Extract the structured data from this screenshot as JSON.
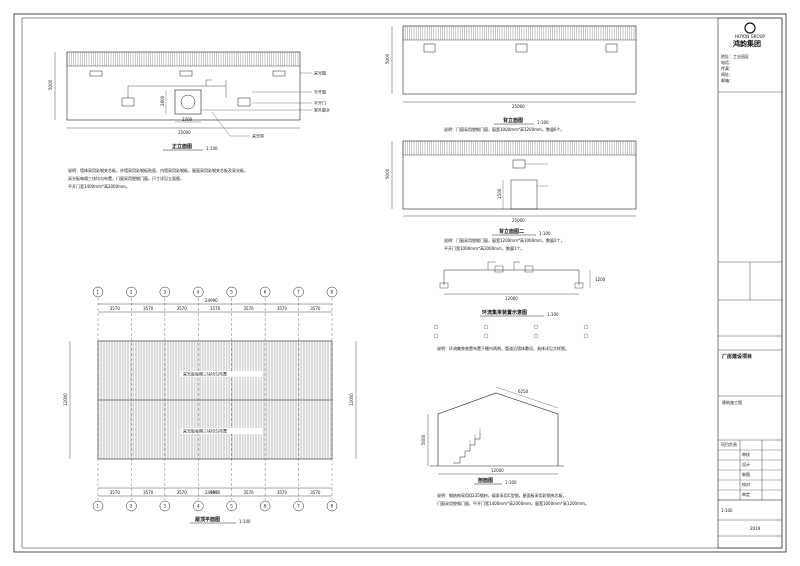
{
  "views": {
    "front_elevation": {
      "title": "正立面图",
      "scale": "1:100",
      "width_dim": "25000",
      "height_dim": "5000",
      "sub_dim": "2200",
      "door_height": "2800",
      "callouts": [
        "采光窗",
        "平开窗",
        "平开门",
        "室外散水"
      ],
      "pointer": "采光带"
    },
    "back_elevation_1": {
      "title": "背立面图",
      "scale": "1:100",
      "width_dim": "25000",
      "height_dim": "5000"
    },
    "back_elevation_2": {
      "title": "背立面图二",
      "scale": "1:100",
      "width_dim": "25000",
      "height_dim": "5000",
      "window_dim": "1500"
    },
    "roof_plan": {
      "title": "屋顶平面图",
      "scale": "1:100",
      "axes": [
        "1",
        "2",
        "3",
        "4",
        "5",
        "6",
        "7",
        "8"
      ],
      "bay": "3570",
      "total": "24990",
      "depth": "12000",
      "roof_notes": [
        "采光板每隔三块均匀布置",
        "采光板每隔三块均匀布置"
      ]
    },
    "env_layout": {
      "title": "环流集束装置示意图",
      "scale": "1:100",
      "length_dim": "12000",
      "height_dim": "1200"
    },
    "section": {
      "title": "剖面图",
      "scale": "1:100",
      "span_dim": "12000",
      "rafter_dim": "6250",
      "height_dim": "5000"
    }
  },
  "notes": {
    "front": [
      "说明：墙体采用彩钢夹芯板，外墙采用彩钢板贴面，内墙采用彩钢板，屋面采用彩钢夹芯板及采光板，",
      "采光板每隔三块均匀布置，门窗采用塑钢门窗，尺寸详见立面图，",
      "平开门宽1400mm*高2000mm。"
    ],
    "back": "说明：门窗采用塑钢门窗，窗宽1000mm*高1200mm，数量6个。",
    "back2": [
      "说明：门窗采用塑钢门窗，窗宽1200mm*高1000mm，数量2个，",
      "平开门宽1000mm*高2000mm，数量1个。"
    ],
    "env": "说明：环流集束装置布置于棚内两侧，管道沿墙体敷设，具体详见大样图。",
    "section": [
      "说明：钢结构采用Q235钢材，檩条采用C型钢，屋面板采用彩钢夹芯板，",
      "门窗采用塑钢门窗，平开门宽1400mm*高2000mm，窗宽1000mm*高1200mm。"
    ]
  },
  "title_block": {
    "company_en": "HOYON GROUP",
    "company_cn": "鸿韵集团",
    "lines": [
      "地址：工业园区",
      "电话：",
      "传真：",
      "网址：",
      "邮箱："
    ],
    "cells": [
      "项目负责",
      "审核",
      "设计",
      "制图",
      "校对",
      "审定"
    ],
    "project": "厂房建设项目",
    "drawing": "建筑施工图",
    "scale": "1:100",
    "date": "2019"
  }
}
